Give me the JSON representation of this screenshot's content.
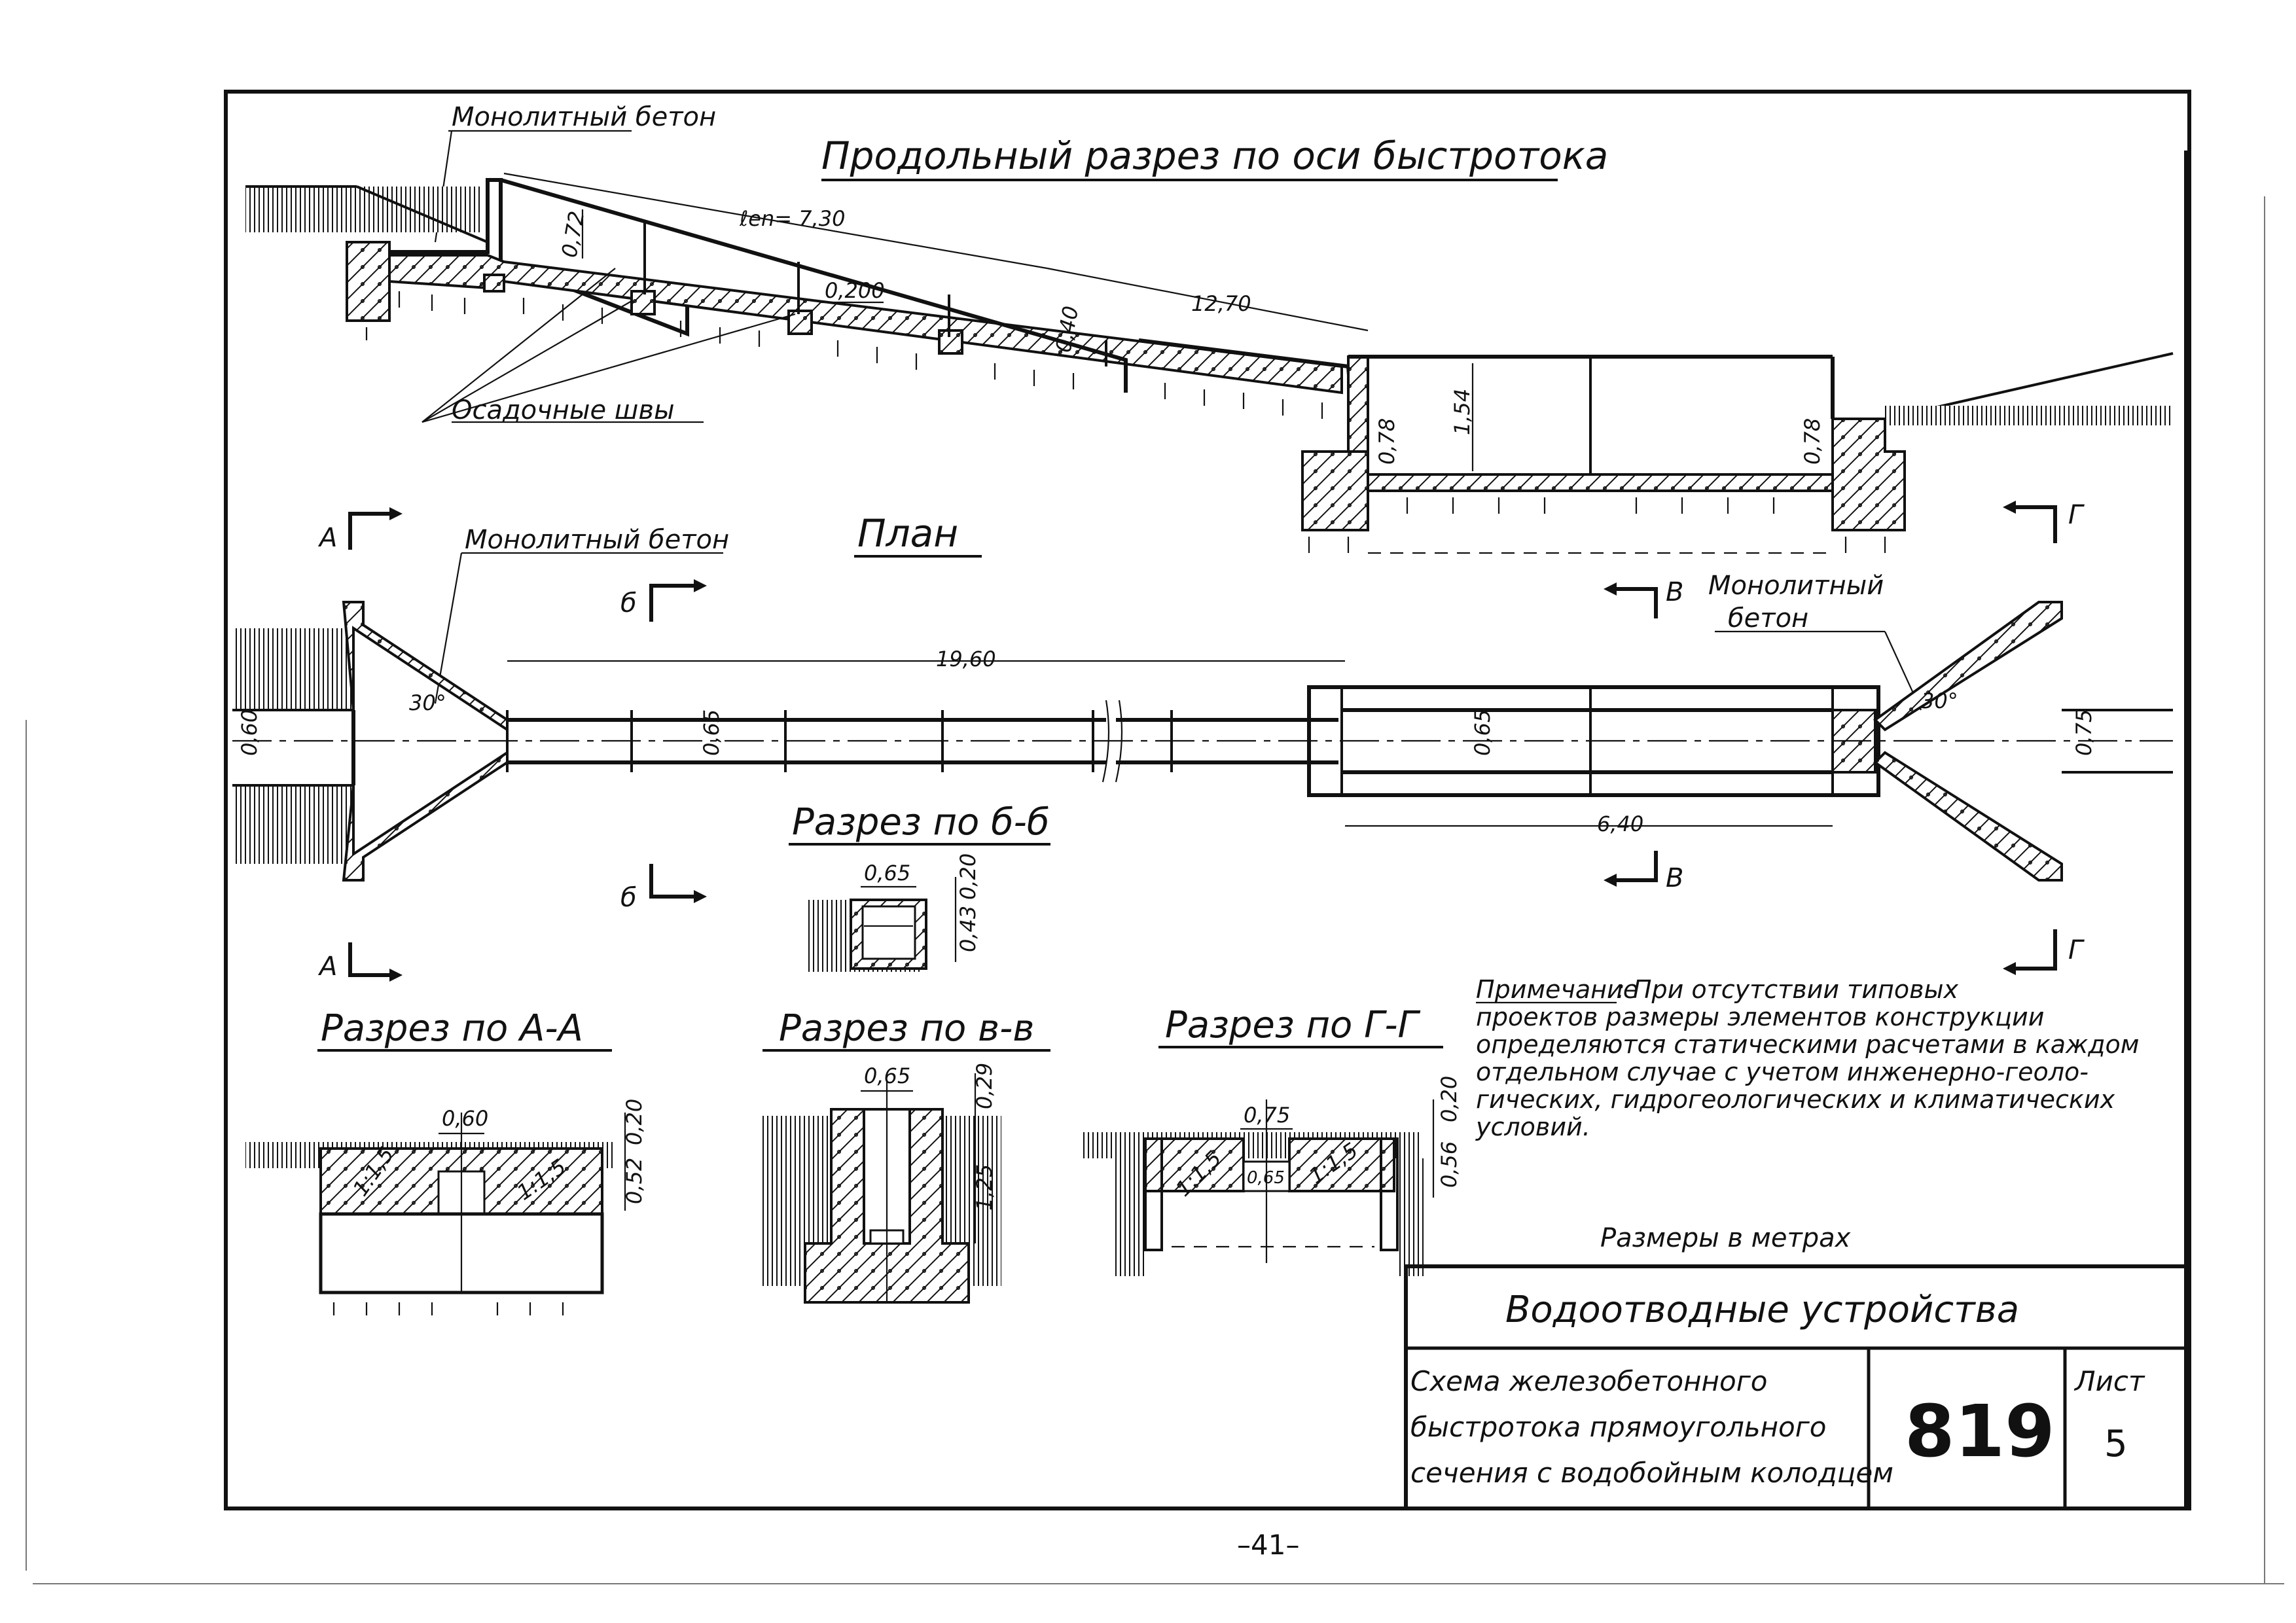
{
  "titles": {
    "longitudinal": "Продольный разрез по оси быстротока",
    "plan": "План",
    "section_bb": "Разрез по б-б",
    "section_aa": "Разрез по А-А",
    "section_vv": "Разрез по в-в",
    "section_gg": "Разрез по Г-Г"
  },
  "labels": {
    "monolithic_top": "Монолитный бетон",
    "monolithic_plan": "Монолитный бетон",
    "monolithic_right_1": "Монолитный",
    "monolithic_right_2": "бетон",
    "settlement_joints": "Осадочные швы"
  },
  "dimensions": {
    "l_en": "ℓen= 7,30",
    "d_12_70": "12,70",
    "d_0_72": "0,72",
    "d_0_200": "0,200",
    "d_0_40": "0,40",
    "d_1_54": "1,54",
    "d_0_78_left": "0,78",
    "d_0_78_right": "0,78",
    "d_19_60": "19,60",
    "d_0_60_plan": "0,60",
    "d_0_65_plan1": "0,65",
    "d_0_65_plan2": "0,65",
    "d_0_75_plan": "0,75",
    "d_6_40": "6,40",
    "angle_left": "30°",
    "angle_right": "30°",
    "bb_w": "0,65",
    "bb_h1": "0,20",
    "bb_h2": "0,43",
    "aa_w": "0,60",
    "aa_h1": "0,20",
    "aa_h2": "0,52",
    "aa_slope_l": "1:1,5",
    "aa_slope_r": "1:1,5",
    "vv_w": "0,65",
    "vv_h1": "0,29",
    "vv_h2": "1,25",
    "gg_w": "0,75",
    "gg_inner": "0,65",
    "gg_h1": "0,20",
    "gg_h2": "0,56",
    "gg_slope_l": "1:1,5",
    "gg_slope_r": "1:1,5"
  },
  "cut_marks": {
    "A": "А",
    "B": "б",
    "V": "В",
    "G": "Г"
  },
  "note": {
    "heading": "Примечание",
    "lines": [
      ": При отсутствии типовых",
      "проектов размеры элементов конструкции",
      "определяются статическими расчетами в каждом",
      "отдельном случае с учетом инженерно-геоло-",
      "гических, гидрогеологических и климатических",
      "условий."
    ]
  },
  "units": "Размеры  в  метрах",
  "title_block": {
    "title": "Водоотводные  устройства",
    "desc_lines": [
      "Схема железобетонного",
      "быстротока прямоугольного",
      "сечения с водобойным колодцем"
    ],
    "number": "819",
    "sheet_label": "Лист",
    "sheet_number": "5"
  },
  "page_number": "–41–"
}
